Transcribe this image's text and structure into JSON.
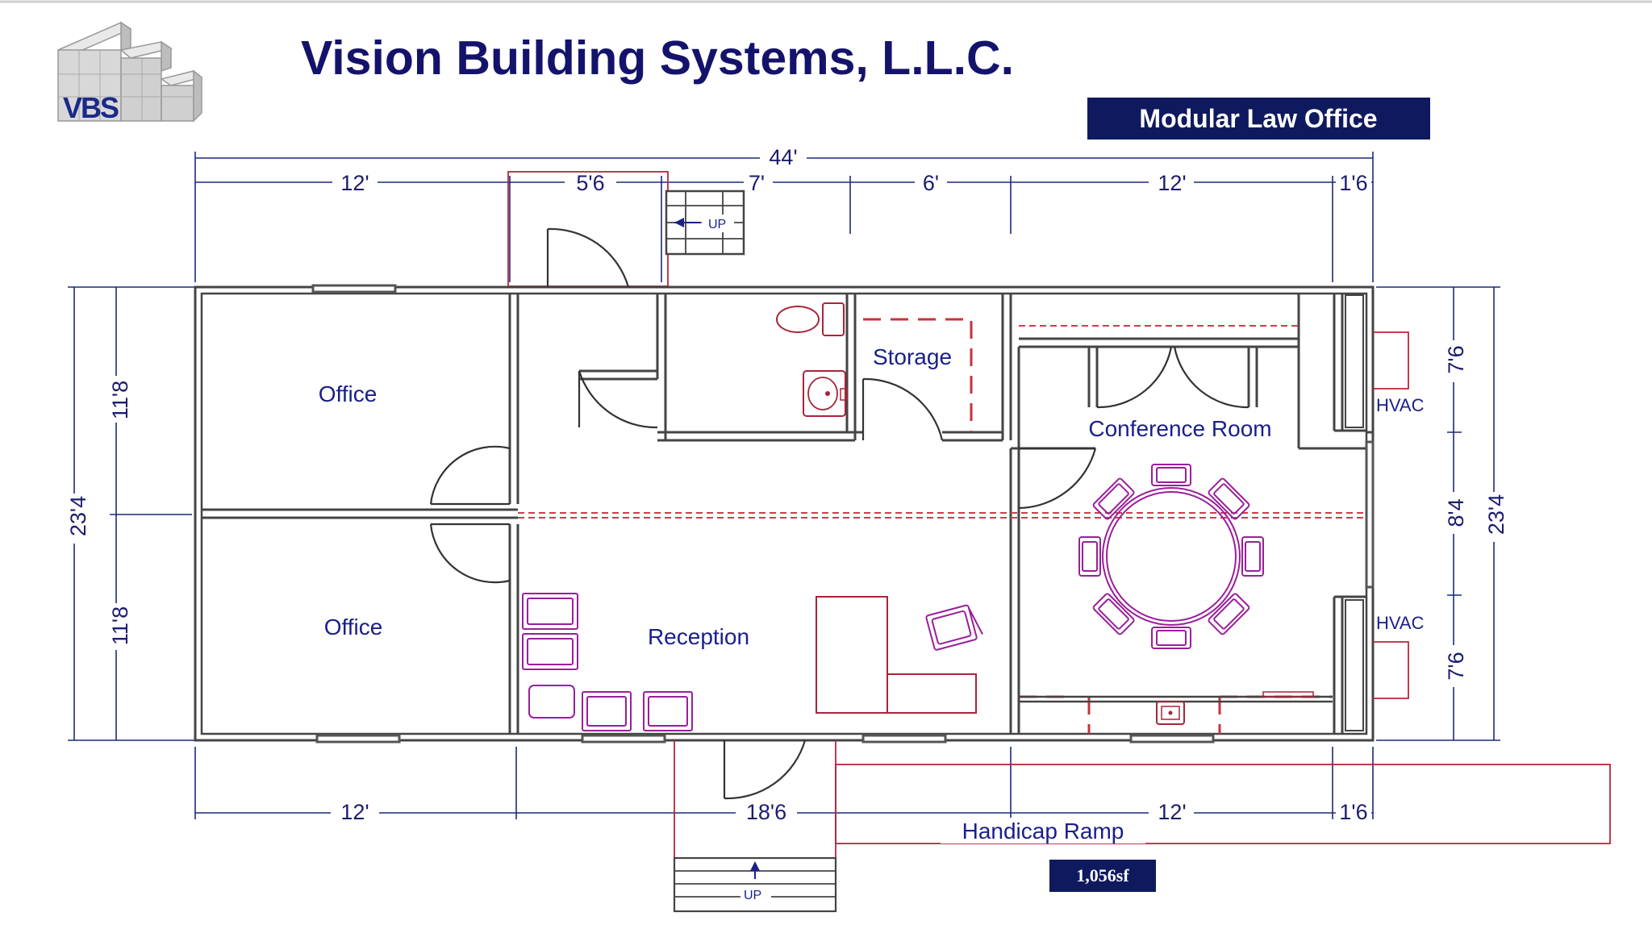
{
  "header": {
    "company": "Vision Building Systems, L.L.C.",
    "subtitle": "Modular Law Office",
    "logo_text": "VBS"
  },
  "rooms": {
    "office_upper": "Office",
    "office_lower": "Office",
    "storage": "Storage",
    "conference": "Conference Room",
    "reception": "Reception"
  },
  "labels": {
    "hvac_upper": "HVAC",
    "hvac_lower": "HVAC",
    "handicap_ramp": "Handicap Ramp",
    "stair_top_up": "UP",
    "stair_bottom_up": "UP",
    "area": "1,056sf"
  },
  "dimensions": {
    "overall_width": "44'",
    "top_a": "12'",
    "top_b": "5'6",
    "top_c": "7'",
    "top_d": "6'",
    "top_e": "12'",
    "top_f": "1'6",
    "bottom_a": "12'",
    "bottom_b": "18'6",
    "bottom_c": "12'",
    "bottom_d": "1'6",
    "left_overall": "23'4",
    "left_upper": "11'8",
    "left_lower": "11'8",
    "right_overall": "23'4",
    "right_upper": "7'6",
    "right_middle": "8'4",
    "right_lower": "7'6"
  },
  "colors": {
    "title": "#14136b",
    "subtitle_bg": "#0f1a5e",
    "room_text": "#1a1f8a",
    "wall": "#444444",
    "ramp_outline": "#b2283a",
    "furniture": "#9a1f9a"
  }
}
